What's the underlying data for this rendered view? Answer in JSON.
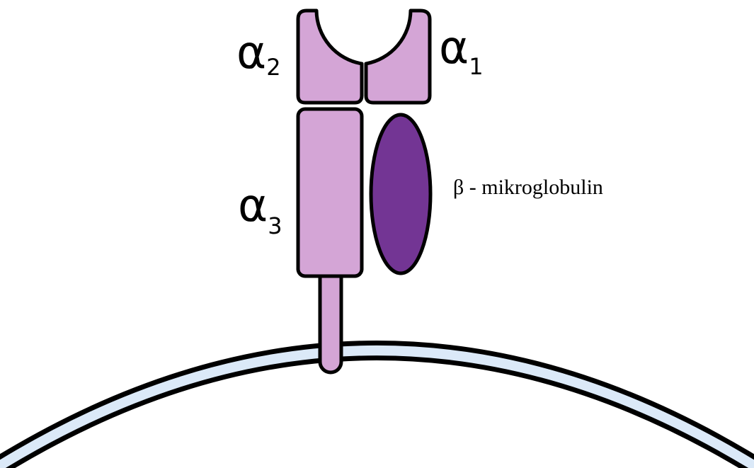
{
  "labels": {
    "alpha2": {
      "main": "α",
      "sub": "2"
    },
    "alpha1": {
      "main": "α",
      "sub": "1"
    },
    "alpha3": {
      "main": "α",
      "sub": "3"
    },
    "beta": "β - mikroglobulin"
  },
  "colors": {
    "alpha_domain_fill": "#d4a5d6",
    "beta_fill": "#733594",
    "outline": "#000000",
    "membrane_fill": "#dbe9f8",
    "background": "#ffffff"
  }
}
